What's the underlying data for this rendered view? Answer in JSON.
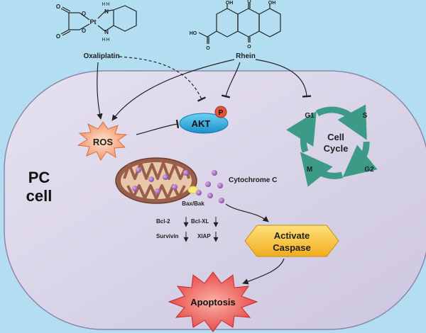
{
  "drugs": {
    "oxaliplatin": "Oxaliplatin",
    "rhein": "Rhein"
  },
  "structure_atoms": {
    "pt": "Pt",
    "o": "O",
    "n": "N",
    "h": "H",
    "oh": "OH",
    "ho": "HO"
  },
  "cell": {
    "label_line1": "PC",
    "label_line2": "cell"
  },
  "nodes": {
    "ros": "ROS",
    "akt": "AKT",
    "phospho": "P",
    "cytochrome": "Cytochrome C",
    "bax_bak": "Bax/Bak",
    "caspase_line1": "Activate",
    "caspase_line2": "Caspase",
    "apoptosis": "Apoptosis"
  },
  "cell_cycle": {
    "title_line1": "Cell",
    "title_line2": "Cycle",
    "phases": [
      "G1",
      "S",
      "G2",
      "M"
    ]
  },
  "proteins": {
    "bcl2": "Bcl-2",
    "bclxl": "Bcl-XL",
    "survivin": "Survivin",
    "xiap": "XIAP"
  },
  "colors": {
    "background": "#b3def2",
    "cell_fill": "#d8d3e8",
    "akt": "#2aa6dc",
    "phospho": "#e0553a",
    "ros": "#f7a07a",
    "apoptosis": "#ee4b4b",
    "caspase": "#f5c23c",
    "mito": "#9a5f4c",
    "cytochrome": "#9b5fb8",
    "cycle": "#3c9a86"
  }
}
